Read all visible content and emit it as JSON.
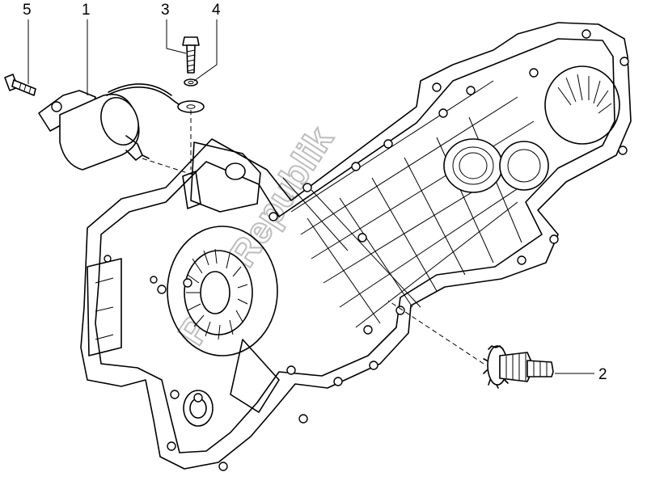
{
  "callouts": [
    {
      "id": "c1",
      "label": "1"
    },
    {
      "id": "c2",
      "label": "2"
    },
    {
      "id": "c3",
      "label": "3"
    },
    {
      "id": "c4",
      "label": "4"
    },
    {
      "id": "c5",
      "label": "5"
    }
  ],
  "watermark": {
    "text": "PartsRepublik"
  },
  "colors": {
    "line": "#000000",
    "background": "#ffffff",
    "watermark": "#bdbdbd"
  }
}
